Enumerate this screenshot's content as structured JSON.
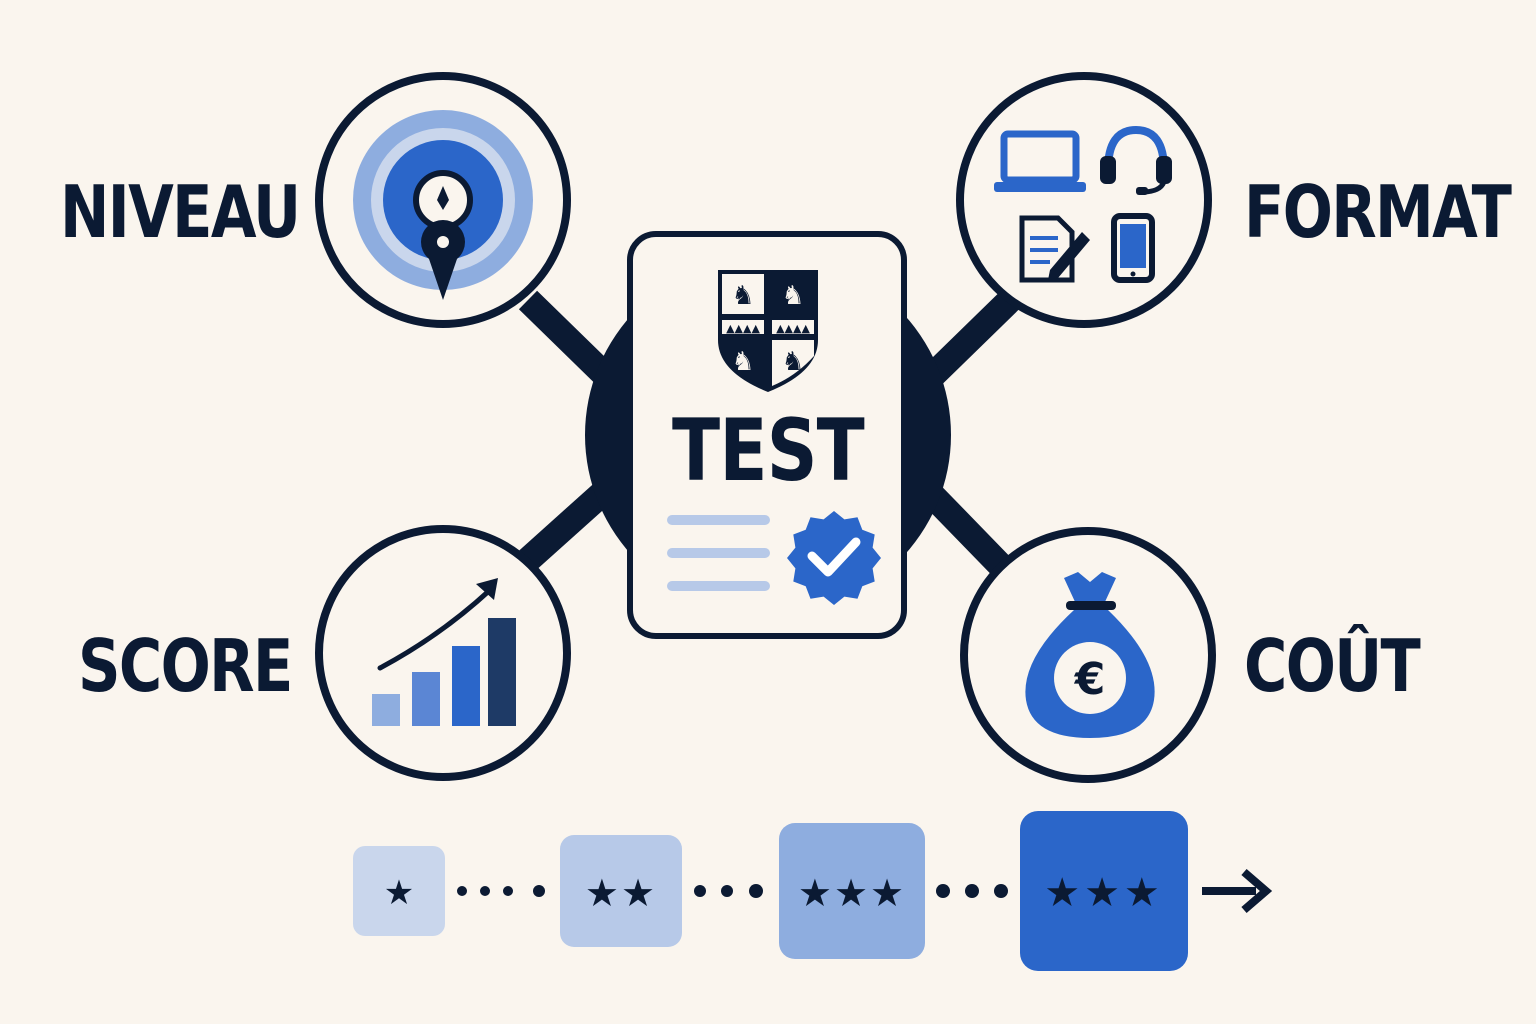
{
  "center": {
    "title": "TEST"
  },
  "nodes": {
    "niveau": {
      "label": "NIVEAU",
      "icon": "target-compass-icon"
    },
    "format": {
      "label": "FORMAT",
      "icons": [
        "laptop-icon",
        "headset-icon",
        "document-edit-icon",
        "smartphone-icon"
      ]
    },
    "score": {
      "label": "SCORE",
      "icon": "rising-bar-chart-icon"
    },
    "cout": {
      "label": "COÛT",
      "icon": "euro-money-bag-icon",
      "symbol": "€"
    }
  },
  "levels": [
    {
      "stars": 1,
      "glyph": "★"
    },
    {
      "stars": 2,
      "glyph": "★★"
    },
    {
      "stars": 3,
      "glyph": "★★★"
    },
    {
      "stars": 3,
      "glyph": "★★★"
    }
  ],
  "colors": {
    "navy": "#0b1a33",
    "blue": "#2b66c9",
    "background": "#faf5ee",
    "level_1": "#c9d6ec",
    "level_2": "#b7c9e8",
    "level_3": "#8eaddf",
    "level_4": "#2b66c9"
  }
}
